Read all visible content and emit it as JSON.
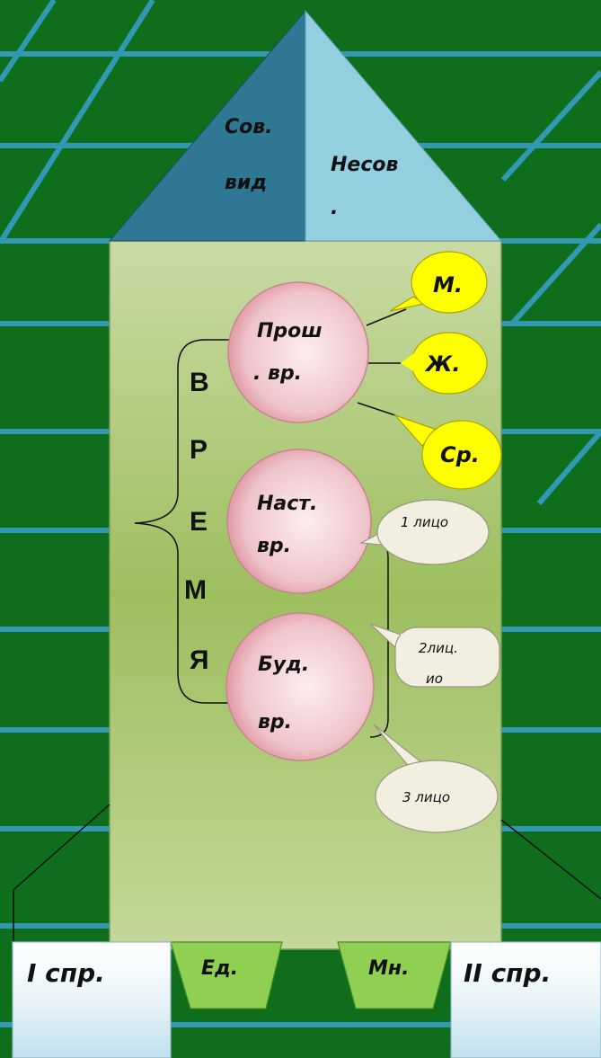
{
  "roof": {
    "left_line1": "Сов.",
    "left_line2": "вид",
    "right_line1": "Несов",
    "right_line2": "."
  },
  "tenses": [
    {
      "line1": "Прош",
      "line2": ". вр."
    },
    {
      "line1": "Наст.",
      "line2": "вр."
    },
    {
      "line1": "Буд.",
      "line2": "вр."
    }
  ],
  "time_letters": [
    "В",
    "Р",
    "Е",
    "М",
    "Я"
  ],
  "gender_bubbles": [
    "М.",
    "Ж.",
    "Ср."
  ],
  "person_bubbles": [
    "1 лицо",
    "2лиц.",
    "3 лицо"
  ],
  "person_bubble_2_overflow": "ио",
  "bottom": {
    "left_box": "I спр.",
    "left_tab": "Ед.",
    "right_tab": "Мн.",
    "right_box": "II спр."
  },
  "colors": {
    "background": "#0f6e1c",
    "grid_line": "#3aa0cf",
    "roof_left": "#2f7893",
    "roof_right": "#93cfdf",
    "body": "#a8c878",
    "tense_circle": "#f2c8cf",
    "gender_bubble": "#ffff00",
    "person_bubble": "#f2efe0",
    "tab": "#8fcf52"
  }
}
